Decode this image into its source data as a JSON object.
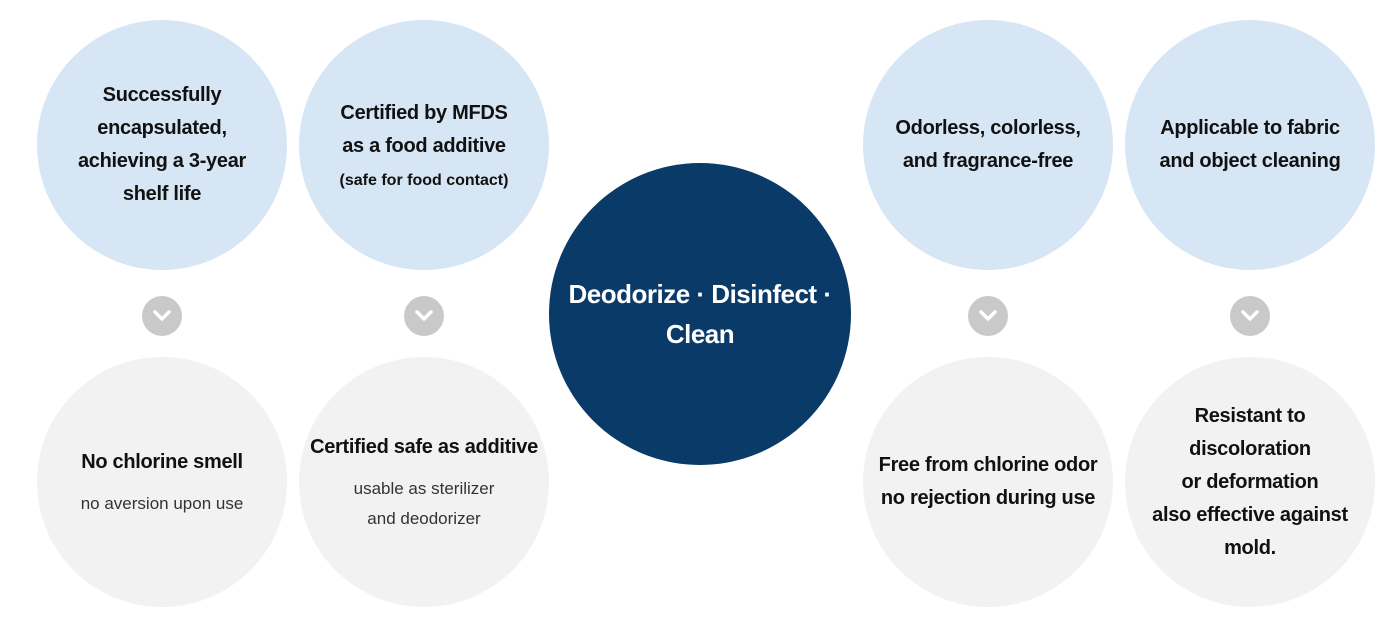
{
  "center": {
    "title": "Deodorize · Disinfect ·\nClean"
  },
  "columns": [
    {
      "top_title": "Successfully\nencapsulated,\nachieving a 3-year\nshelf life",
      "bottom_title": "No chlorine smell",
      "bottom_sub": "no aversion upon use"
    },
    {
      "top_title": "Certified by MFDS\nas a food additive",
      "top_note": "(safe for food contact)",
      "bottom_title": "Certified safe as additive",
      "bottom_sub": "usable as sterilizer\nand deodorizer"
    },
    {
      "top_title": "Odorless, colorless,\nand fragrance-free",
      "bottom_title": "Free from chlorine odor\nno rejection during use"
    },
    {
      "top_title": "Applicable to fabric\nand object cleaning",
      "bottom_title": "Resistant to\ndiscoloration\nor deformation\nalso effective against\nmold."
    }
  ],
  "colors": {
    "top_circle": "#d6e6f4",
    "bottom_circle": "#f2f2f2",
    "center_circle": "#0a3a68",
    "chevron_badge": "#c9c9c9"
  },
  "icons": {
    "connector": "chevron-down-icon"
  }
}
